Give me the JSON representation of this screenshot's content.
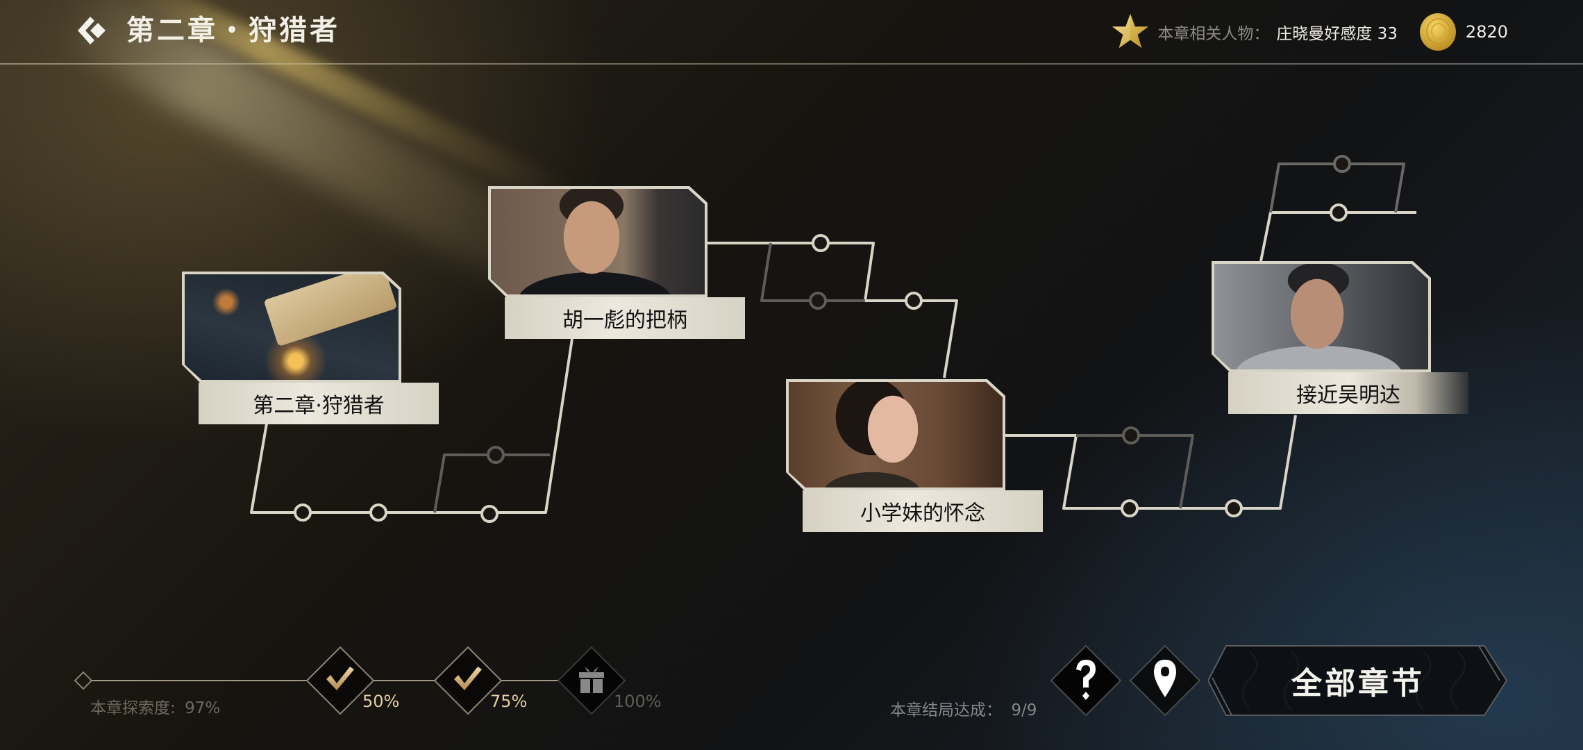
{
  "header": {
    "title": "第二章・狩猎者",
    "back_icon": "back-diamond-icon",
    "related_label": "本章相关人物：",
    "related_value": "庄晓曼好感度 33",
    "star_icon": "star-icon",
    "coin_icon": "coin-icon",
    "coins": "2820"
  },
  "story_nodes": [
    {
      "id": "n1",
      "label": "第二章·狩猎者",
      "image": "candle-burning-letter"
    },
    {
      "id": "n2",
      "label": "胡一彪的把柄",
      "image": "man-in-dark-coat"
    },
    {
      "id": "n3",
      "label": "小学妹的怀念",
      "image": "smiling-woman"
    },
    {
      "id": "n4",
      "label": "接近吴明达",
      "image": "man-in-grey-coat"
    }
  ],
  "progress": {
    "label": "本章探索度:",
    "value": "97%",
    "milestones": [
      {
        "pct": "50%",
        "icon": "checkmark-icon",
        "state": "claimed"
      },
      {
        "pct": "75%",
        "icon": "checkmark-icon",
        "state": "claimed"
      },
      {
        "pct": "100%",
        "icon": "gift-icon",
        "state": "locked"
      }
    ]
  },
  "endings": {
    "label": "本章结局达成：",
    "value": "9/9"
  },
  "actions": {
    "help_icon": "question-icon",
    "locate_icon": "location-pin-icon",
    "all_chapters_label": "全部章节"
  },
  "colors": {
    "path_active": "#d8d4c6",
    "path_inactive": "#5e5c58",
    "gold": "#e3c48a",
    "caption_bg": "#e6e2d6"
  }
}
